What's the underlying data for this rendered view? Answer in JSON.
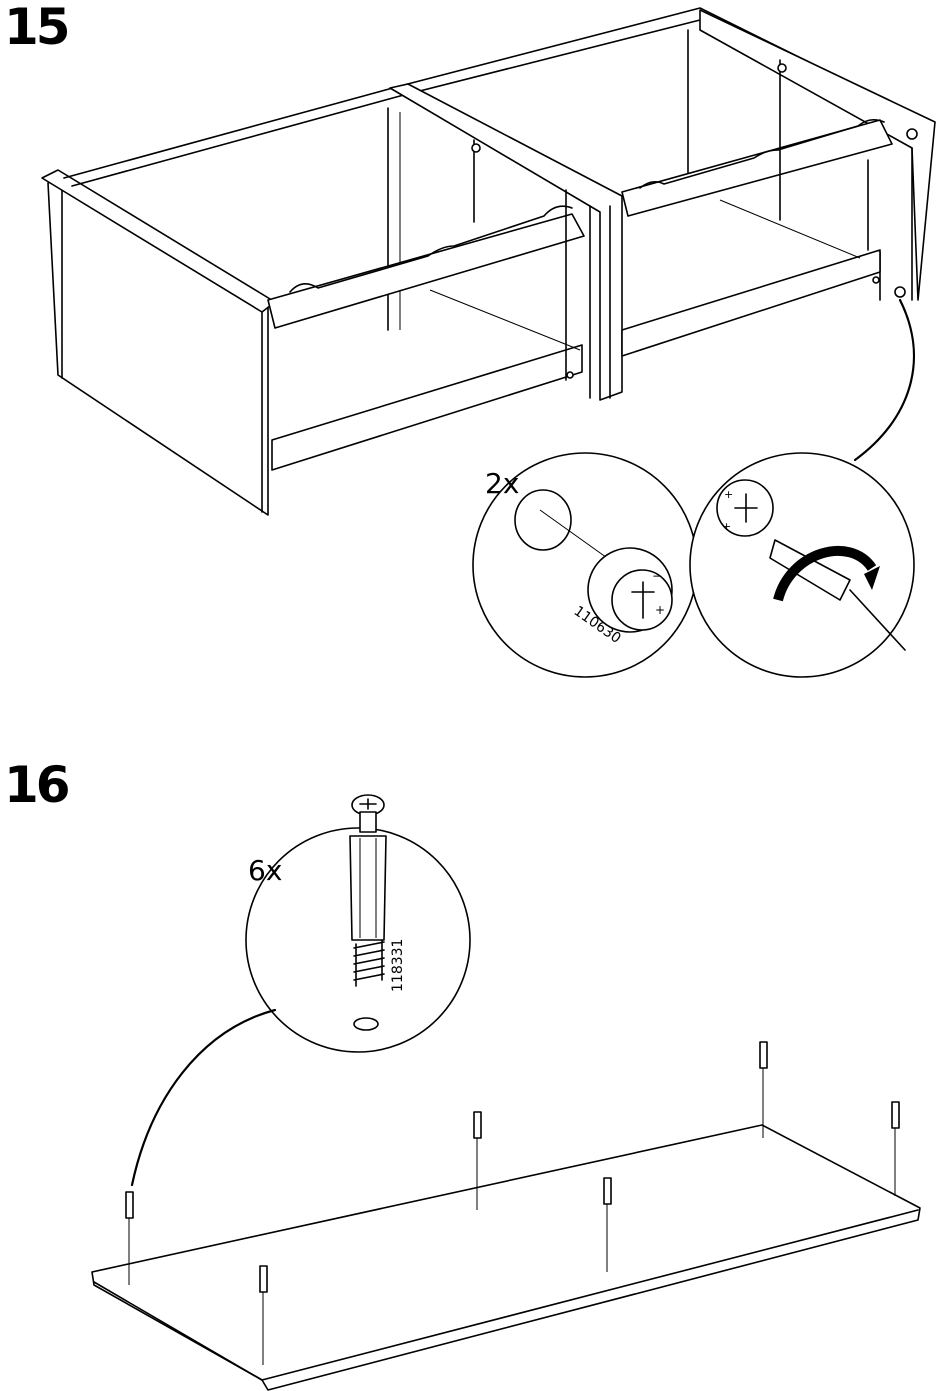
{
  "steps": [
    {
      "number": "15",
      "callouts": [
        {
          "quantity": "2x",
          "part_number": "110630"
        }
      ]
    },
    {
      "number": "16",
      "callouts": [
        {
          "quantity": "6x",
          "part_number": "118331"
        }
      ]
    }
  ],
  "icons": [
    "cam-lock-fitting-icon",
    "screwdriver-icon",
    "rotate-arrow-icon",
    "dowel-screw-icon"
  ]
}
